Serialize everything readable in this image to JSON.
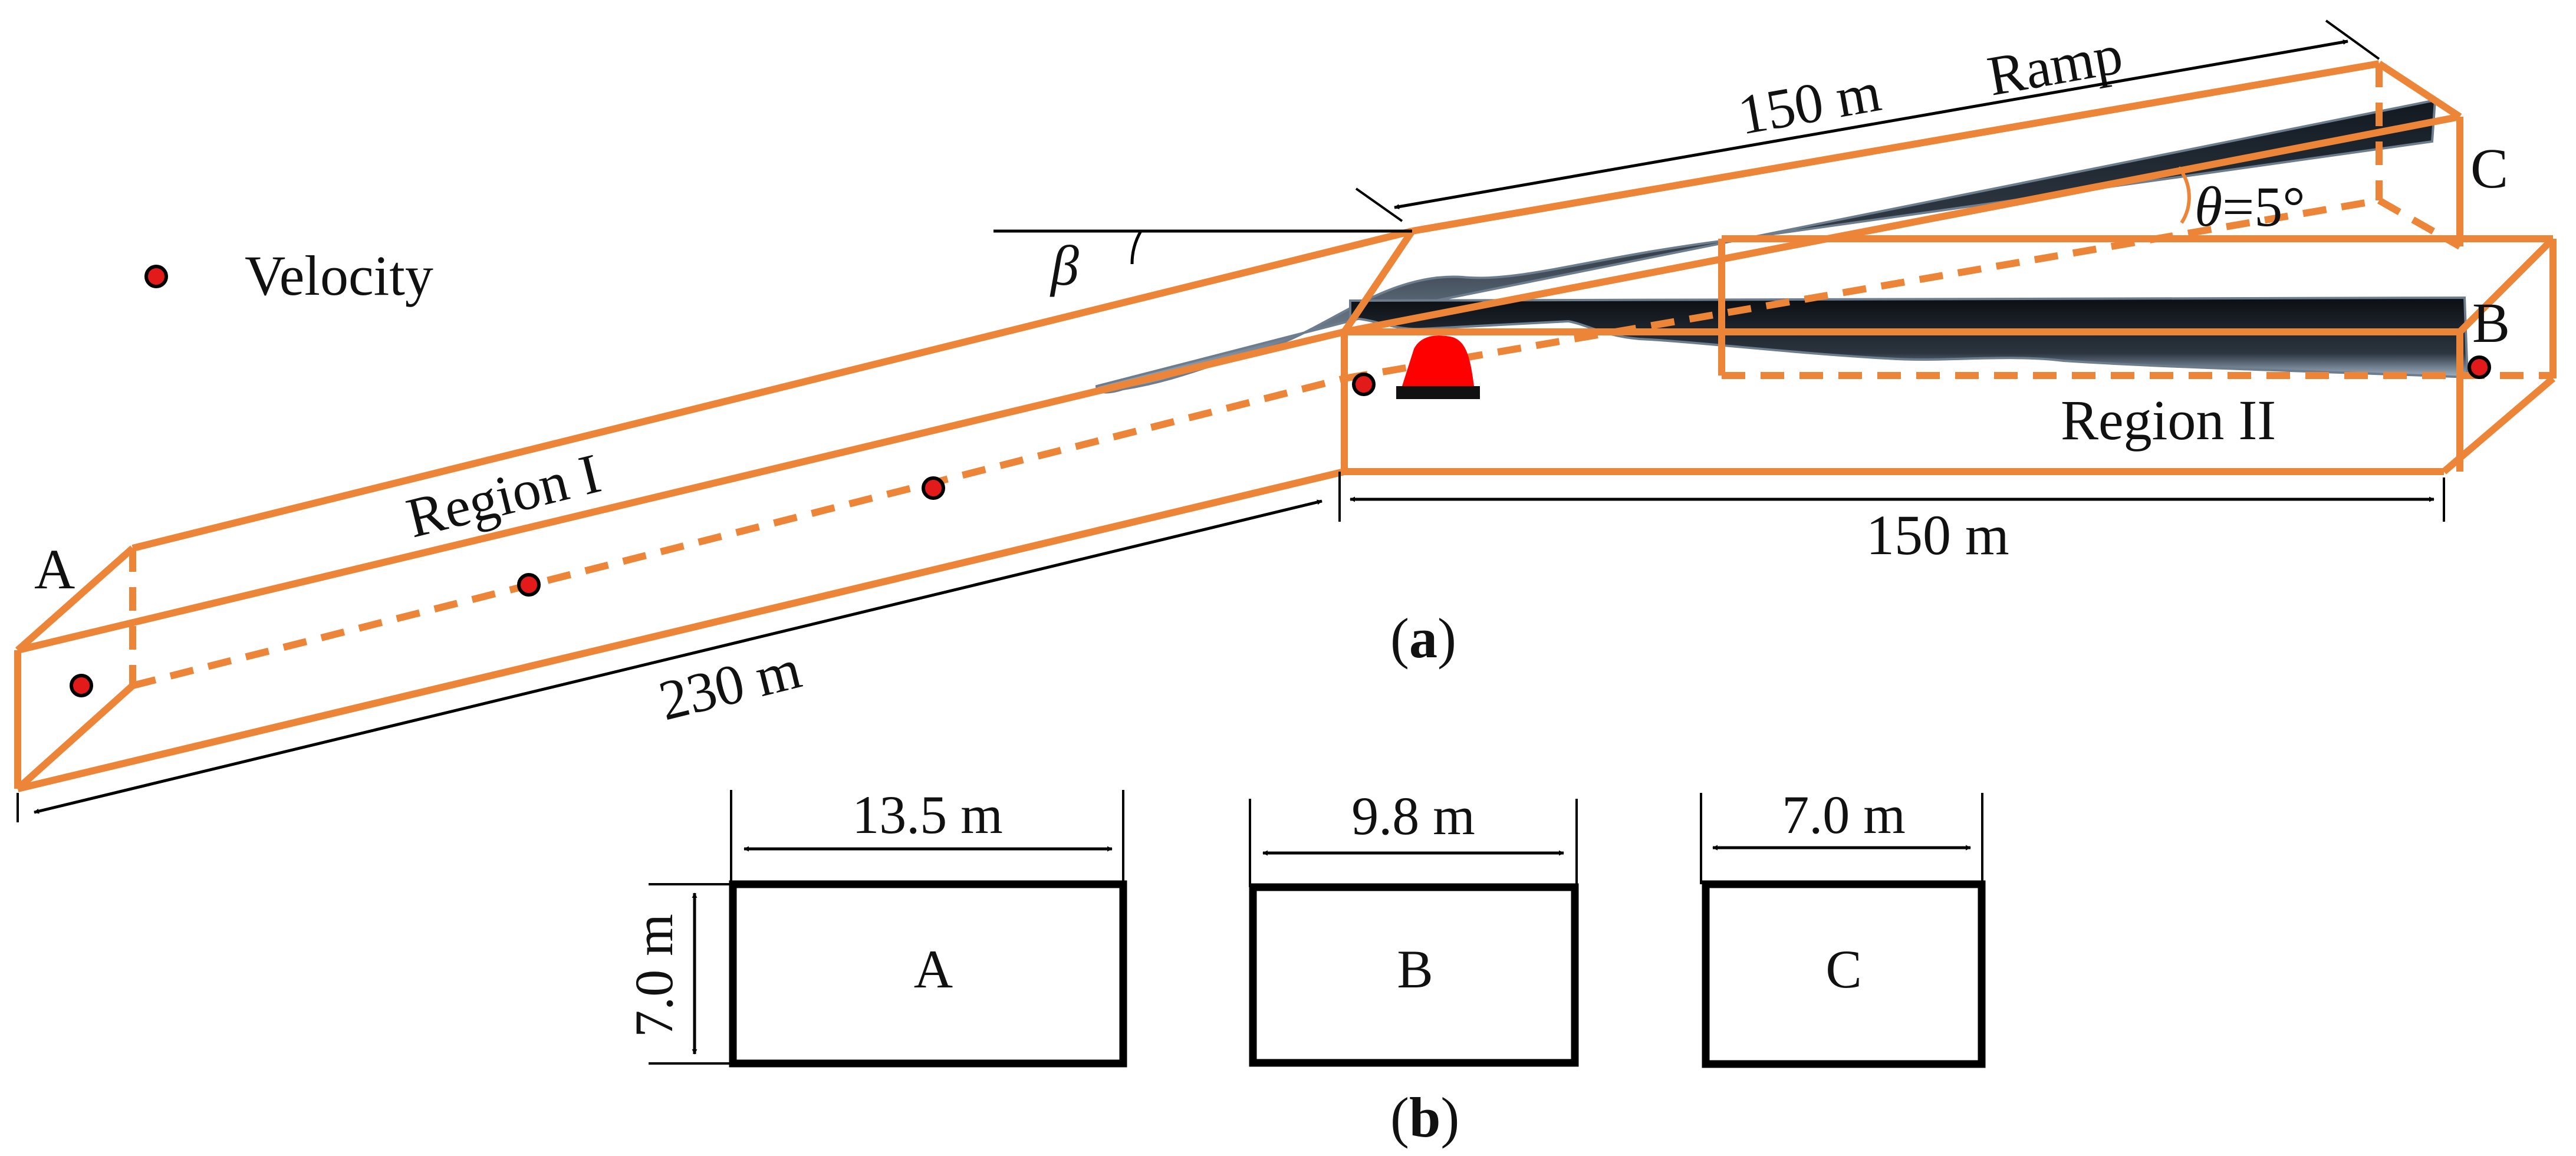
{
  "legend": {
    "marker_label": "Velocity"
  },
  "part_a": {
    "caption_open": "(",
    "caption_letter": "a",
    "caption_close": ")",
    "region1": "Region I",
    "region2": "Region II",
    "ramp": "Ramp",
    "len_region1": "230 m",
    "len_ramp": "150 m",
    "len_region2": "150 m",
    "end_a": "A",
    "end_b": "B",
    "end_c": "C",
    "angle_beta": "β",
    "angle_theta_symbol": "θ",
    "angle_theta_value": "=5°"
  },
  "part_b": {
    "caption_open": "(",
    "caption_letter": "b",
    "caption_close": ")",
    "height": "7.0 m",
    "sections": [
      {
        "name": "A",
        "width": "13.5 m"
      },
      {
        "name": "B",
        "width": "9.8 m"
      },
      {
        "name": "C",
        "width": "7.0 m"
      }
    ]
  },
  "colors": {
    "tunnel_outline": "#ec8537",
    "velocity_marker": "#e31a1a",
    "vehicle": "#ff0000",
    "road_surface_dark": "#1c232c",
    "road_surface_light": "#8fa3b8"
  }
}
